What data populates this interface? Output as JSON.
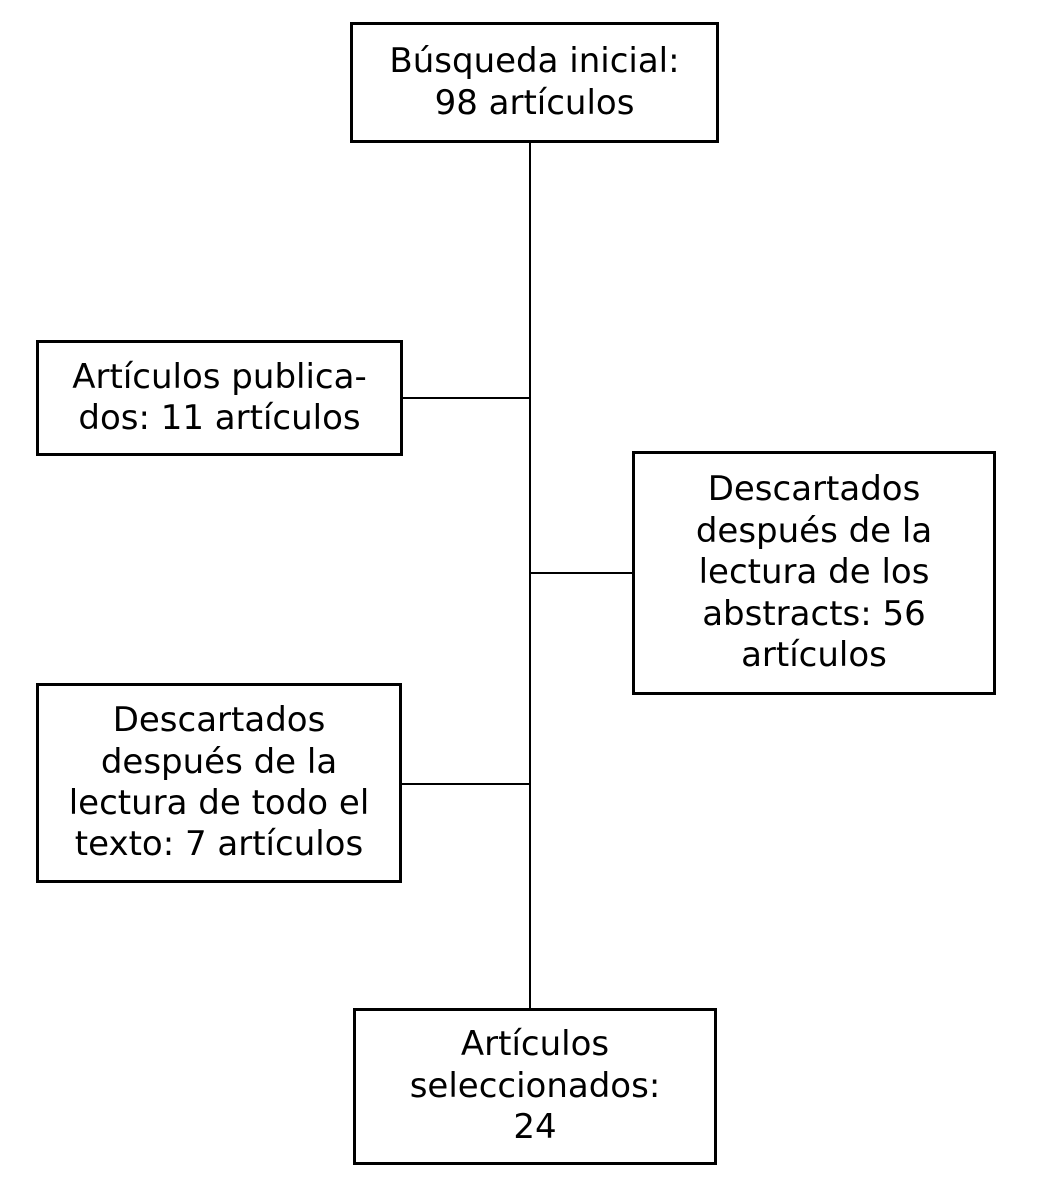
{
  "diagram": {
    "type": "flowchart",
    "background_color": "#ffffff",
    "line_color": "#000000",
    "nodes": [
      {
        "id": "busqueda-inicial",
        "text": "Búsqueda inicial:\n98 artículos"
      },
      {
        "id": "articulos-publicados",
        "text": "Artículos publica-\ndos: 11 artículos"
      },
      {
        "id": "descartados-abstracts",
        "text": "Descartados\ndespués de la\nlectura de los\nabstracts: 56\nartículos"
      },
      {
        "id": "descartados-texto",
        "text": "Descartados\ndespués de la\nlectura de todo el\ntexto: 7 artículos"
      },
      {
        "id": "articulos-seleccionados",
        "text": "Artículos\nseleccionados:\n24"
      }
    ],
    "edges": [
      {
        "from": "busqueda-inicial",
        "to": "articulos-seleccionados",
        "style": "vertical-spine"
      },
      {
        "from": "vertical-spine",
        "to": "articulos-publicados",
        "style": "horizontal-stub"
      },
      {
        "from": "vertical-spine",
        "to": "descartados-abstracts",
        "style": "horizontal-stub"
      },
      {
        "from": "vertical-spine",
        "to": "descartados-texto",
        "style": "horizontal-stub"
      }
    ]
  }
}
